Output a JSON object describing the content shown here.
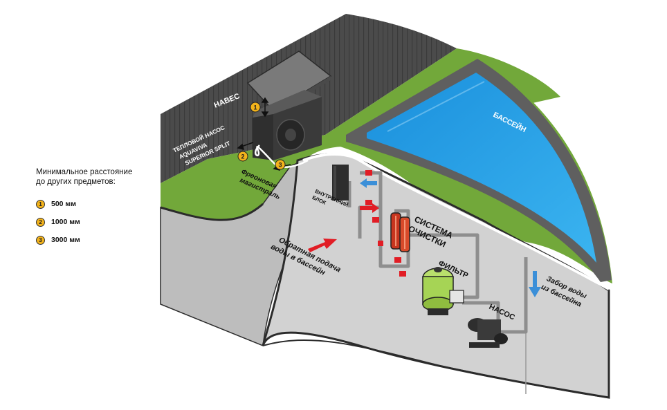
{
  "legend": {
    "heading": "Минимальное расстояние\nдо других предметов:",
    "items": [
      {
        "num": "1",
        "value": "500 мм"
      },
      {
        "num": "2",
        "value": "1000 мм"
      },
      {
        "num": "3",
        "value": "3000 мм"
      }
    ]
  },
  "markers": {
    "m1": "1",
    "m2": "2",
    "m3": "3"
  },
  "labels": {
    "canopy": "НАВЕС",
    "heat_pump_1": "ТЕПЛОВОЙ НАСОС",
    "heat_pump_2": "AQUAVIVA",
    "heat_pump_3": "SUPERIOR SPLIT",
    "freon_1": "Фреоновая",
    "freon_2": "магистраль",
    "pool": "БАССЕЙН",
    "indoor_1": "ВНУТРЕННИЙ",
    "indoor_2": "БЛОК",
    "return_1": "Обратная подача",
    "return_2": "воды в бассейн",
    "cleaning_1": "СИСТЕМА",
    "cleaning_2": "ОЧИСТКИ",
    "filter": "ФИЛЬТР",
    "pump": "НАСОС",
    "intake_1": "Забор воды",
    "intake_2": "из бассейна"
  },
  "colors": {
    "grass": "#72a83a",
    "wall": "#4b4b4b",
    "pool_water": "#1f9ee6",
    "pool_rim": "#5f5f5f",
    "basement": "#c9c9c9",
    "pipe": "#a9a9a9",
    "accent_red": "#e11d25",
    "accent_blue": "#3b8fd8",
    "marker": "#f3b31b",
    "filter_green": "#a6d455"
  }
}
